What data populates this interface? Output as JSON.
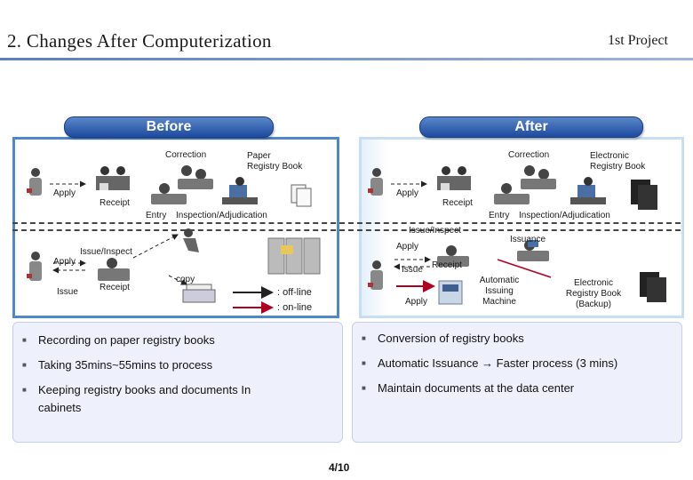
{
  "header": {
    "title": "2. Changes After Computerization",
    "project": "1st Project"
  },
  "before": {
    "heading": "Before",
    "labels": {
      "correction": "Correction",
      "paper_book": "Paper\nRegistry Book",
      "apply_top": "Apply",
      "receipt_top": "Receipt",
      "entry": "Entry",
      "inspection": "Inspection/Adjudication",
      "issue_inspect": "Issue/Inspect",
      "apply_mid": "Apply",
      "issue": "Issue",
      "receipt_bottom": "Receipt",
      "copy": "copy"
    },
    "bullets": [
      "Recording on paper registry books",
      "Taking 35mins~55mins to process",
      "Keeping registry books and documents In cabinets"
    ]
  },
  "after": {
    "heading": "After",
    "labels": {
      "correction": "Correction",
      "e_book": "Electronic\nRegistry Book",
      "apply_top": "Apply",
      "receipt_top": "Receipt",
      "entry": "Entry",
      "inspection": "Inspection/Adjudication",
      "issue_inspect": "Issue/Inspect",
      "issuance": "Issuance",
      "apply_mid": "Apply",
      "issue": "Issue",
      "receipt_mid": "Receipt",
      "machine": "Automatic\nIssuing\nMachine",
      "backup": "Electronic\nRegistry Book\n(Backup)",
      "apply_bottom": "Apply"
    },
    "bullets": [
      "Conversion of registry books",
      "Automatic Issuance → Faster process (3 mins)",
      "Maintain documents at the data center"
    ]
  },
  "legend": {
    "offline": ": off-line",
    "online": ": on-line",
    "offline_color": "#222222",
    "online_color": "#b00020"
  },
  "footer": {
    "page": "4/10"
  }
}
